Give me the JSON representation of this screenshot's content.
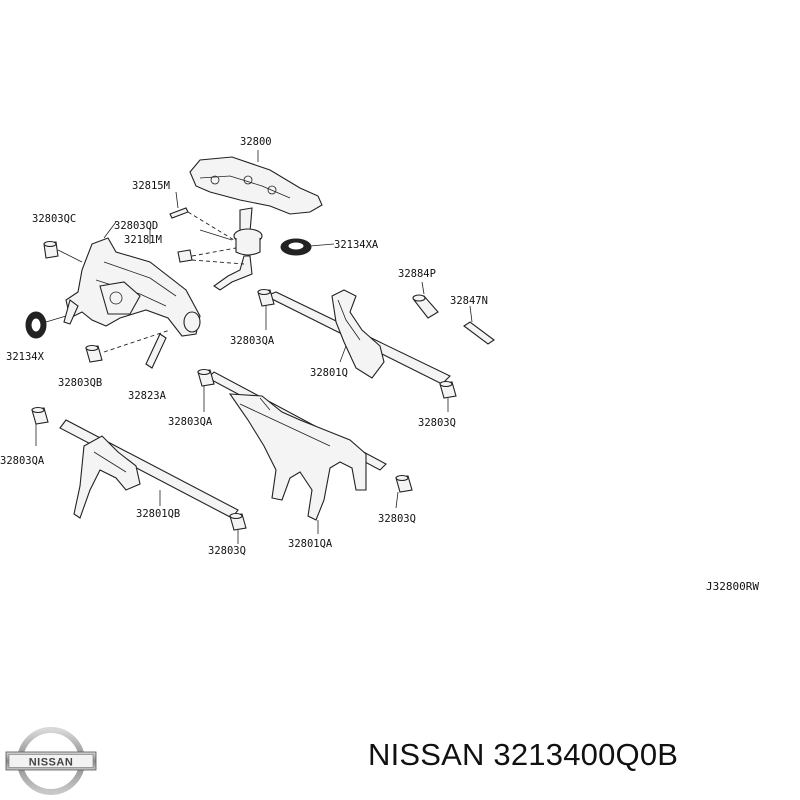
{
  "labels": {
    "l32800": "32800",
    "l32815m": "32815M",
    "l32803qc": "32803QC",
    "l32803qd": "32803QD",
    "l32181m": "32181M",
    "l32134xa": "32134XA",
    "l32884p": "32884P",
    "l32847n": "32847N",
    "l32134x": "32134X",
    "l32803qb": "32803QB",
    "l32823a": "32823A",
    "l32803qa_1": "32803QA",
    "l32801q": "32801Q",
    "l32803q_1": "32803Q",
    "l32803qa_2": "32803QA",
    "l32803qa_3": "32803QA",
    "l32801qb": "32801QB",
    "l32803q_2": "32803Q",
    "l32801qa": "32801QA",
    "l32803q_3": "32803Q"
  },
  "diagram_code": "J32800RW",
  "logo_text": "NISSAN",
  "caption": "NISSAN 3213400Q0B"
}
